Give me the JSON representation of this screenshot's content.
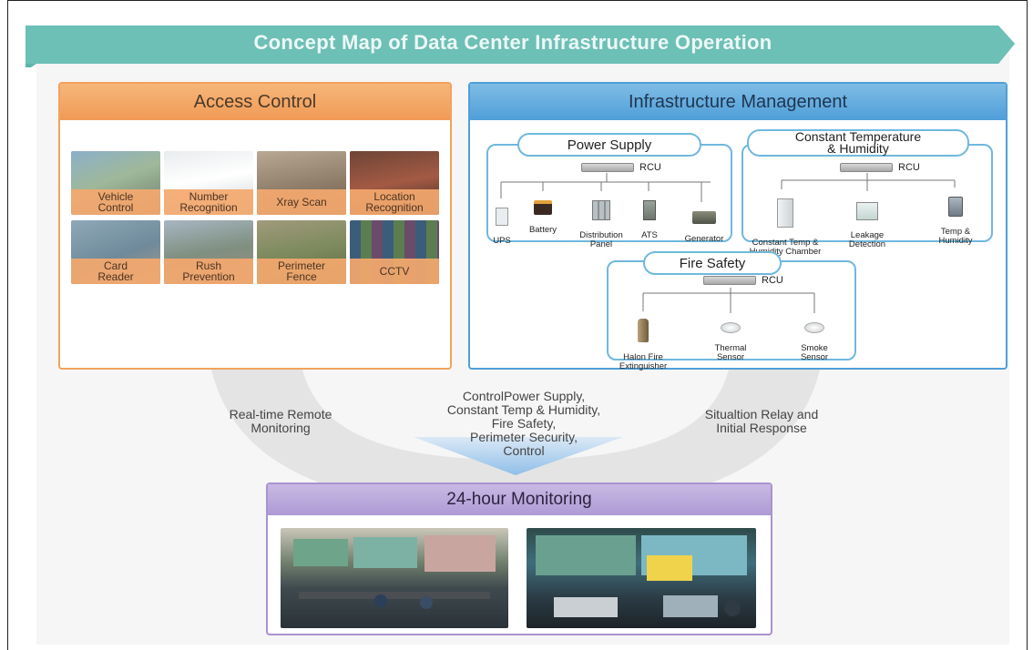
{
  "title": "Concept Map of Data Center Infrastructure Operation",
  "access_control": {
    "header": "Access Control",
    "tiles": [
      {
        "label": "Vehicle\nControl"
      },
      {
        "label": "Number\nRecognition"
      },
      {
        "label": "Xray Scan"
      },
      {
        "label": "Location\nRecognition"
      },
      {
        "label": "Card\nReader"
      },
      {
        "label": "Rush\nPrevention"
      },
      {
        "label": "Perimeter\nFence"
      },
      {
        "label": "CCTV"
      }
    ]
  },
  "infrastructure": {
    "header": "Infrastructure Management",
    "power_supply": {
      "title": "Power Supply",
      "rcu": "RCU",
      "devices": [
        "UPS",
        "Battery",
        "Distribution\nPanel",
        "ATS",
        "Generator"
      ]
    },
    "temperature": {
      "title": "Constant Temperature\n& Humidity",
      "rcu": "RCU",
      "devices": [
        "Constant Temp &\nHumidity Chamber",
        "Leakage\nDetection",
        "Temp &\nHumidity"
      ]
    },
    "fire_safety": {
      "title": "Fire Safety",
      "rcu": "RCU",
      "devices": [
        "Halon Fire\nExtinguisher",
        "Thermal\nSensor",
        "Smoke\nSensor"
      ]
    }
  },
  "flow": {
    "left": "Real-time Remote\nMonitoring",
    "center": "ControlPower Supply,\nConstant Temp & Humidity,\nFire Safety,\nPerimeter Security,\nControl",
    "right": "Situaltion Relay and\nInitial Response"
  },
  "monitoring": {
    "header": "24-hour Monitoring"
  },
  "colors": {
    "ribbon": "#5fb5ad",
    "access": "#f19a55",
    "infra": "#4f9fd8",
    "monitor": "#ae9ad5"
  }
}
